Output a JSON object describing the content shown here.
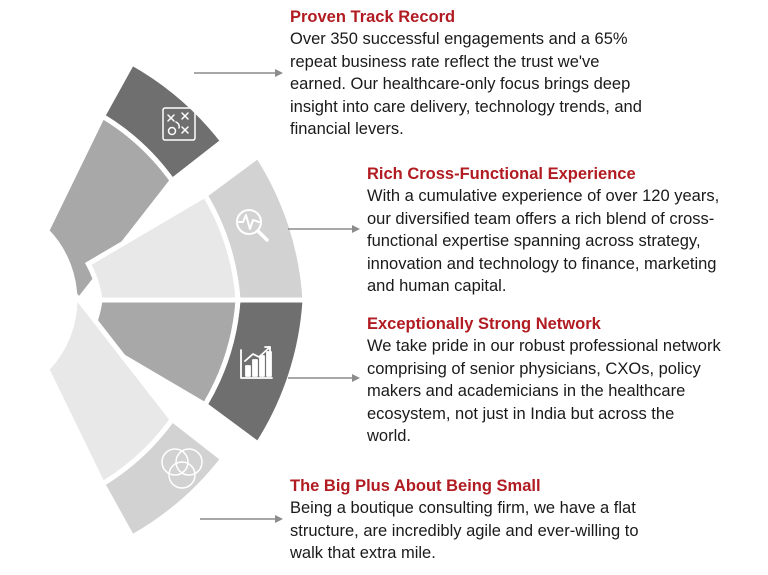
{
  "features": [
    {
      "title": "Proven Track Record",
      "lines": [
        "Over 350 successful engagements and a 65%",
        "repeat business rate reflect the trust we've",
        "earned. Our healthcare-only focus brings deep",
        "insight into care delivery, technology trends, and",
        "financial levers."
      ],
      "icon": "strategy-board-icon"
    },
    {
      "title": "Rich Cross-Functional Experience",
      "lines": [
        "With a cumulative experience of over 120 years,",
        "our diversified team offers a rich blend of cross-",
        "functional expertise spanning across strategy,",
        "innovation and technology to finance, marketing",
        "and human capital."
      ],
      "icon": "magnifier-pulse-icon"
    },
    {
      "title": "Exceptionally Strong Network",
      "lines": [
        "We take pride in our robust professional network",
        "comprising of senior physicians, CXOs, policy",
        "makers and academicians in the healthcare",
        "ecosystem, not just in India but across the",
        "world."
      ],
      "icon": "bar-chart-growth-icon"
    },
    {
      "title": "The Big Plus About Being Small",
      "lines": [
        "Being a boutique consulting firm, we have a flat",
        "structure, are incredibly agile and ever-willing to",
        "walk that extra mile."
      ],
      "icon": "venn-circles-icon"
    }
  ],
  "colors": {
    "title": "#b11c22",
    "body": "#1a1a1a",
    "arrow": "#8c8c8c",
    "segment_outer": [
      "#6f6f6f",
      "#d2d2d2",
      "#6f6f6f",
      "#d2d2d2"
    ],
    "segment_inner": [
      "#a8a8a8",
      "#e8e8e8",
      "#a8a8a8",
      "#e8e8e8"
    ]
  }
}
